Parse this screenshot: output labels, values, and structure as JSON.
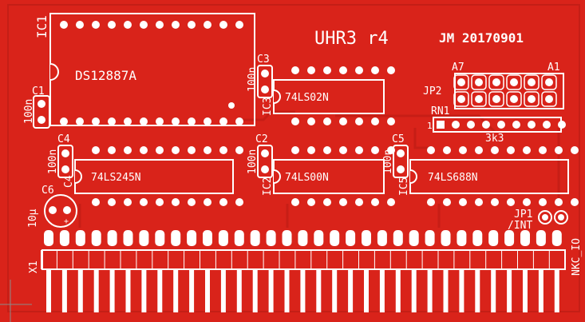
{
  "board": {
    "title": "UHR3 r4",
    "author_date": "JM 20170901",
    "colors": {
      "pcb": "#d9231a",
      "silk": "#ffffff",
      "trace": "#c41e16"
    }
  },
  "components": {
    "ic1": {
      "ref": "IC1",
      "value": "DS12887A"
    },
    "ic3": {
      "ref": "IC3",
      "value": "74LS02N"
    },
    "ic2": {
      "ref": "IC2",
      "value": "74LS00N"
    },
    "ic4": {
      "ref": "C4",
      "value": "74LS245N"
    },
    "ic5": {
      "ref": "IC5",
      "value": "74LS688N"
    },
    "c1": {
      "ref": "C1",
      "value": "100n"
    },
    "c2": {
      "ref": "C2",
      "value": "100n"
    },
    "c3": {
      "ref": "C3",
      "value": "100n"
    },
    "c4": {
      "ref": "C4",
      "value": "100n"
    },
    "c5": {
      "ref": "C5",
      "value": "100n"
    },
    "c6": {
      "ref": "C6",
      "value": "10µ"
    },
    "jp1": {
      "ref": "JP1",
      "value": "/INT"
    },
    "jp2": {
      "ref": "JP2",
      "left_label": "A7",
      "right_label": "A1"
    },
    "rn1": {
      "ref": "RN1",
      "value": "3k3",
      "pin1": "1"
    },
    "x1": {
      "ref": "X1",
      "value": "NKC_IO"
    }
  }
}
